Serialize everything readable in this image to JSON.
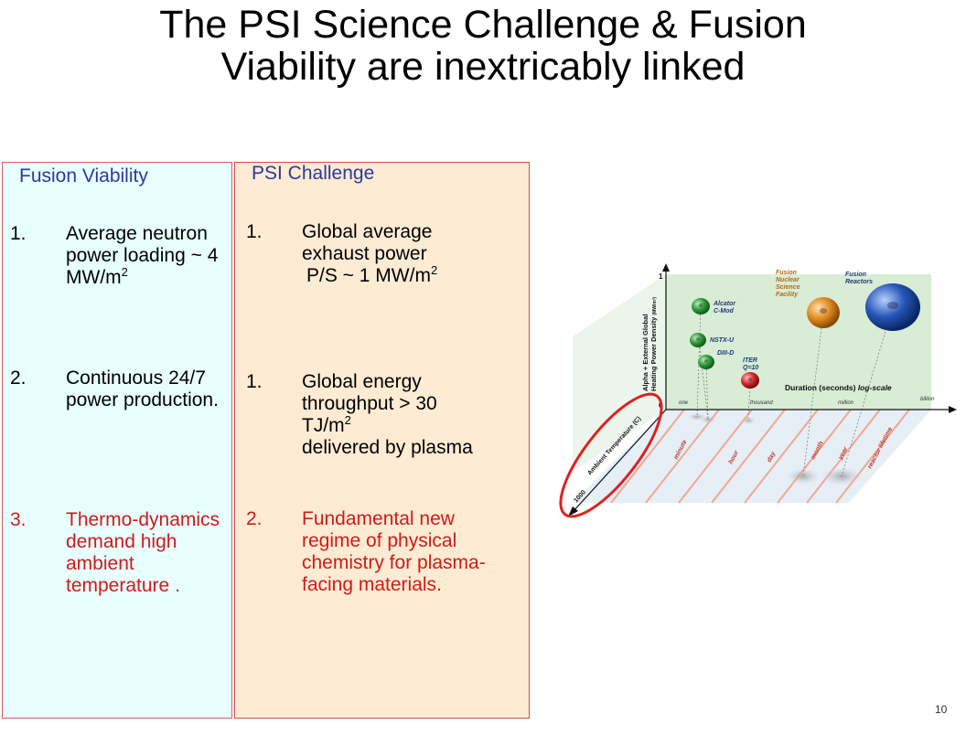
{
  "slide": {
    "title": "The PSI Science Challenge & Fusion Viability are inextricably linked",
    "page_number": "10"
  },
  "fusion_viability": {
    "heading": "Fusion Viability",
    "items": [
      {
        "num": "1.",
        "text": "Average neutron power loading ~ 4 MW/m",
        "sup": "2"
      },
      {
        "num": "2.",
        "text": "Continuous 24/7 power production."
      },
      {
        "num": "3.",
        "text": "Thermo-dynamics demand high ambient temperature",
        "tail": "."
      }
    ]
  },
  "psi_challenge": {
    "heading": "PSI Challenge",
    "items": [
      {
        "num": "1.",
        "text": "Global average exhaust power",
        "text2": "P/S ~ 1 MW/m",
        "sup": "2"
      },
      {
        "num": "1.",
        "text": "Global energy throughput > 30 TJ/m",
        "sup": "2",
        "text2": "delivered by plasma"
      },
      {
        "num": "2.",
        "text": "Fundamental new regime of physical chemistry for plasma-facing materials",
        "tail": "."
      }
    ]
  },
  "figure": {
    "y_axis_label_1": "Alpha + External Global",
    "y_axis_label_2": "Heating Power Density",
    "y_axis_unit": "(MW/m²)",
    "y_tick_top": "1",
    "y_tick_zero": "0",
    "x_axis_label": "Duration (seconds) log-scale",
    "x_ticks": [
      "one",
      "thousand",
      "million",
      "billion"
    ],
    "z_axis_label": "Ambient Temperature (C)",
    "z_tick": "1000",
    "time_labels": [
      "minute",
      "hour",
      "day",
      "month",
      "year",
      "reactor lifetime"
    ],
    "devices": [
      {
        "name": "Alcator C-Mod",
        "line1": "Alcator",
        "line2": "C-Mod"
      },
      {
        "name": "NSTX-U",
        "line1": "NSTX-U"
      },
      {
        "name": "DIII-D",
        "line1": "DIII-D"
      },
      {
        "name": "ITER Q=10",
        "line1": "ITER",
        "line2": "Q=10"
      },
      {
        "name": "Fusion Nuclear Science Facility",
        "line1": "Fusion",
        "line2": "Nuclear",
        "line3": "Science",
        "line4": "Facility"
      },
      {
        "name": "Fusion Reactors",
        "line1": "Fusion",
        "line2": "Reactors"
      }
    ],
    "colors": {
      "green_device": "#2f9a3a",
      "iter": "#d42a2a",
      "fnsf": "#e08a1e",
      "reactor": "#2656b8",
      "back_wall": "#d8ecd6",
      "floor": "#e6eef6",
      "highlight": "#e02020",
      "time_lines": "#f0a890"
    }
  }
}
